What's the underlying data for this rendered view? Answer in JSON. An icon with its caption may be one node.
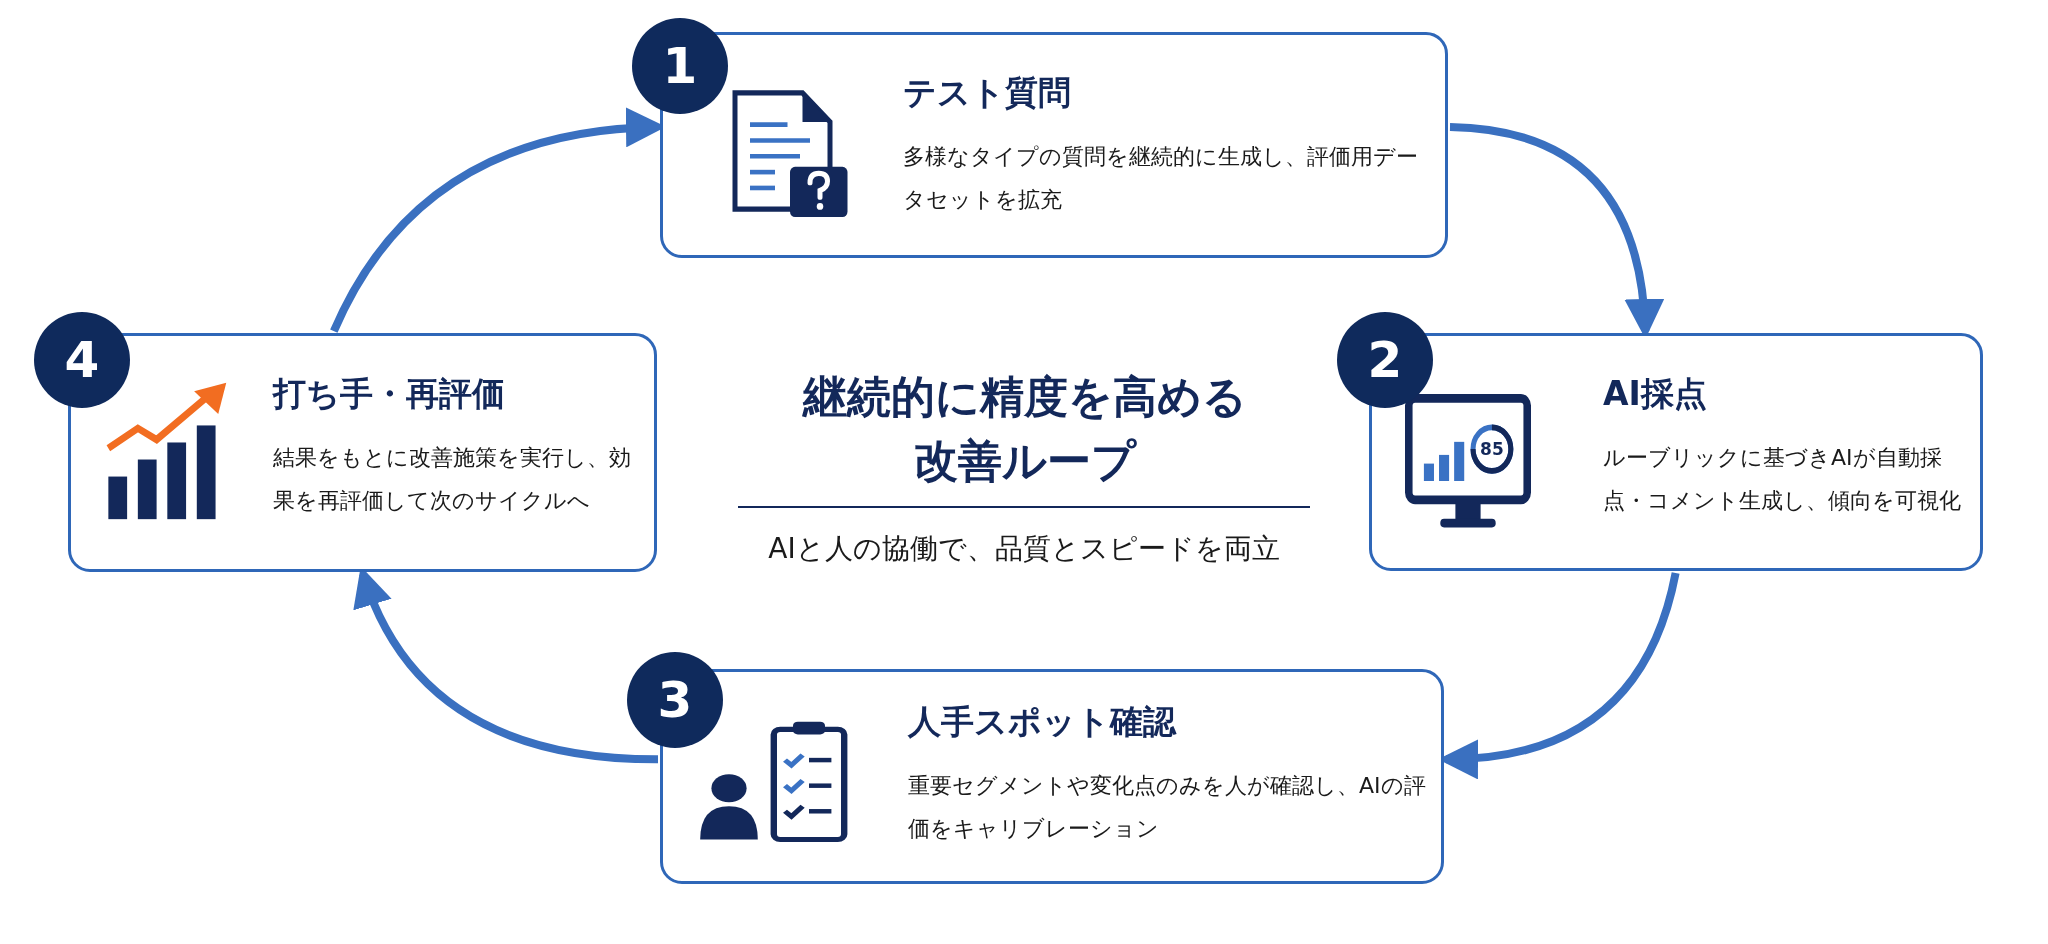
{
  "diagram": {
    "title": "継続的に精度を高める改善ループ",
    "nodes": [
      {
        "text": [
          "1"
        ]
      },
      {
        "text": [
          "テスト質問",
          "多様なタイプの質問を継続的に生成し、評価用データセットを拡充"
        ]
      },
      {
        "text": [
          "2"
        ]
      },
      {
        "text": [
          "AI採点",
          "ルーブリックに基づきAIが自動採点・コメント生成し、傾向を可視化"
        ]
      },
      {
        "text": [
          "3"
        ]
      },
      {
        "text": [
          "人手スポット確認",
          "重要セグメントや変化点のみを人が確認し、AIの評価をキャリブレーション"
        ]
      },
      {
        "text": [
          "4"
        ]
      },
      {
        "text": [
          "打ち手・再評価",
          "結果をもとに改善施策を実行し、効果を再評価して次のサイクルへ"
        ]
      }
    ],
    "edges": [
      {
        "from": 1,
        "to": 3,
        "arrow": "to"
      },
      {
        "from": 3,
        "to": 5,
        "arrow": "to"
      },
      {
        "from": 5,
        "to": 7,
        "arrow": "to"
      },
      {
        "from": 7,
        "to": 1,
        "arrow": "to"
      }
    ],
    "labels": [
      "85",
      "AIと人の協働で、品質とスピードを両立"
    ]
  }
}
